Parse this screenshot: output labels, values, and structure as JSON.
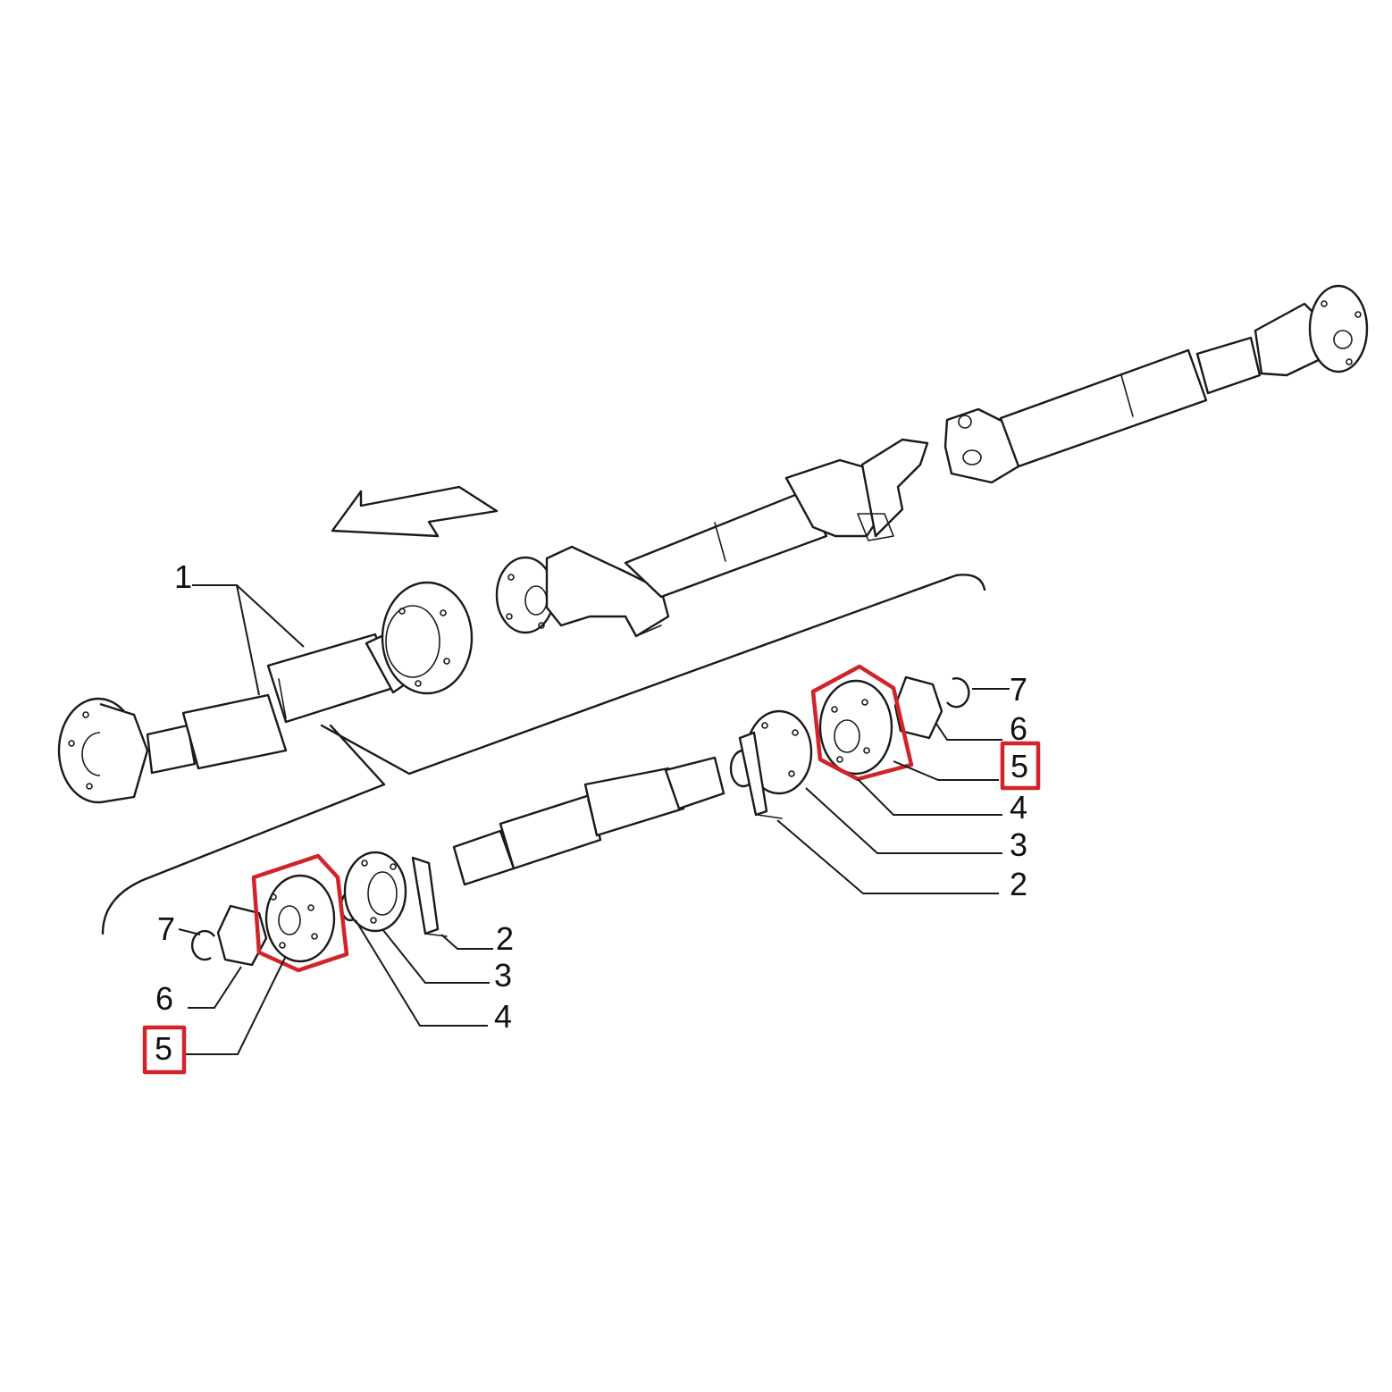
{
  "colors": {
    "line": "#1a1a1a",
    "highlight": "#d2232a",
    "background": "#ffffff"
  },
  "callouts": {
    "c1": "1",
    "c2_right": "2",
    "c3_right": "3",
    "c4_right": "4",
    "c5_right": "5",
    "c6_right": "6",
    "c7_right": "7",
    "c2_left": "2",
    "c3_left": "3",
    "c4_left": "4",
    "c5_left": "5",
    "c6_left": "6",
    "c7_left": "7"
  },
  "highlighted_part": "5",
  "icons": {
    "direction": "arrow-left-icon"
  }
}
